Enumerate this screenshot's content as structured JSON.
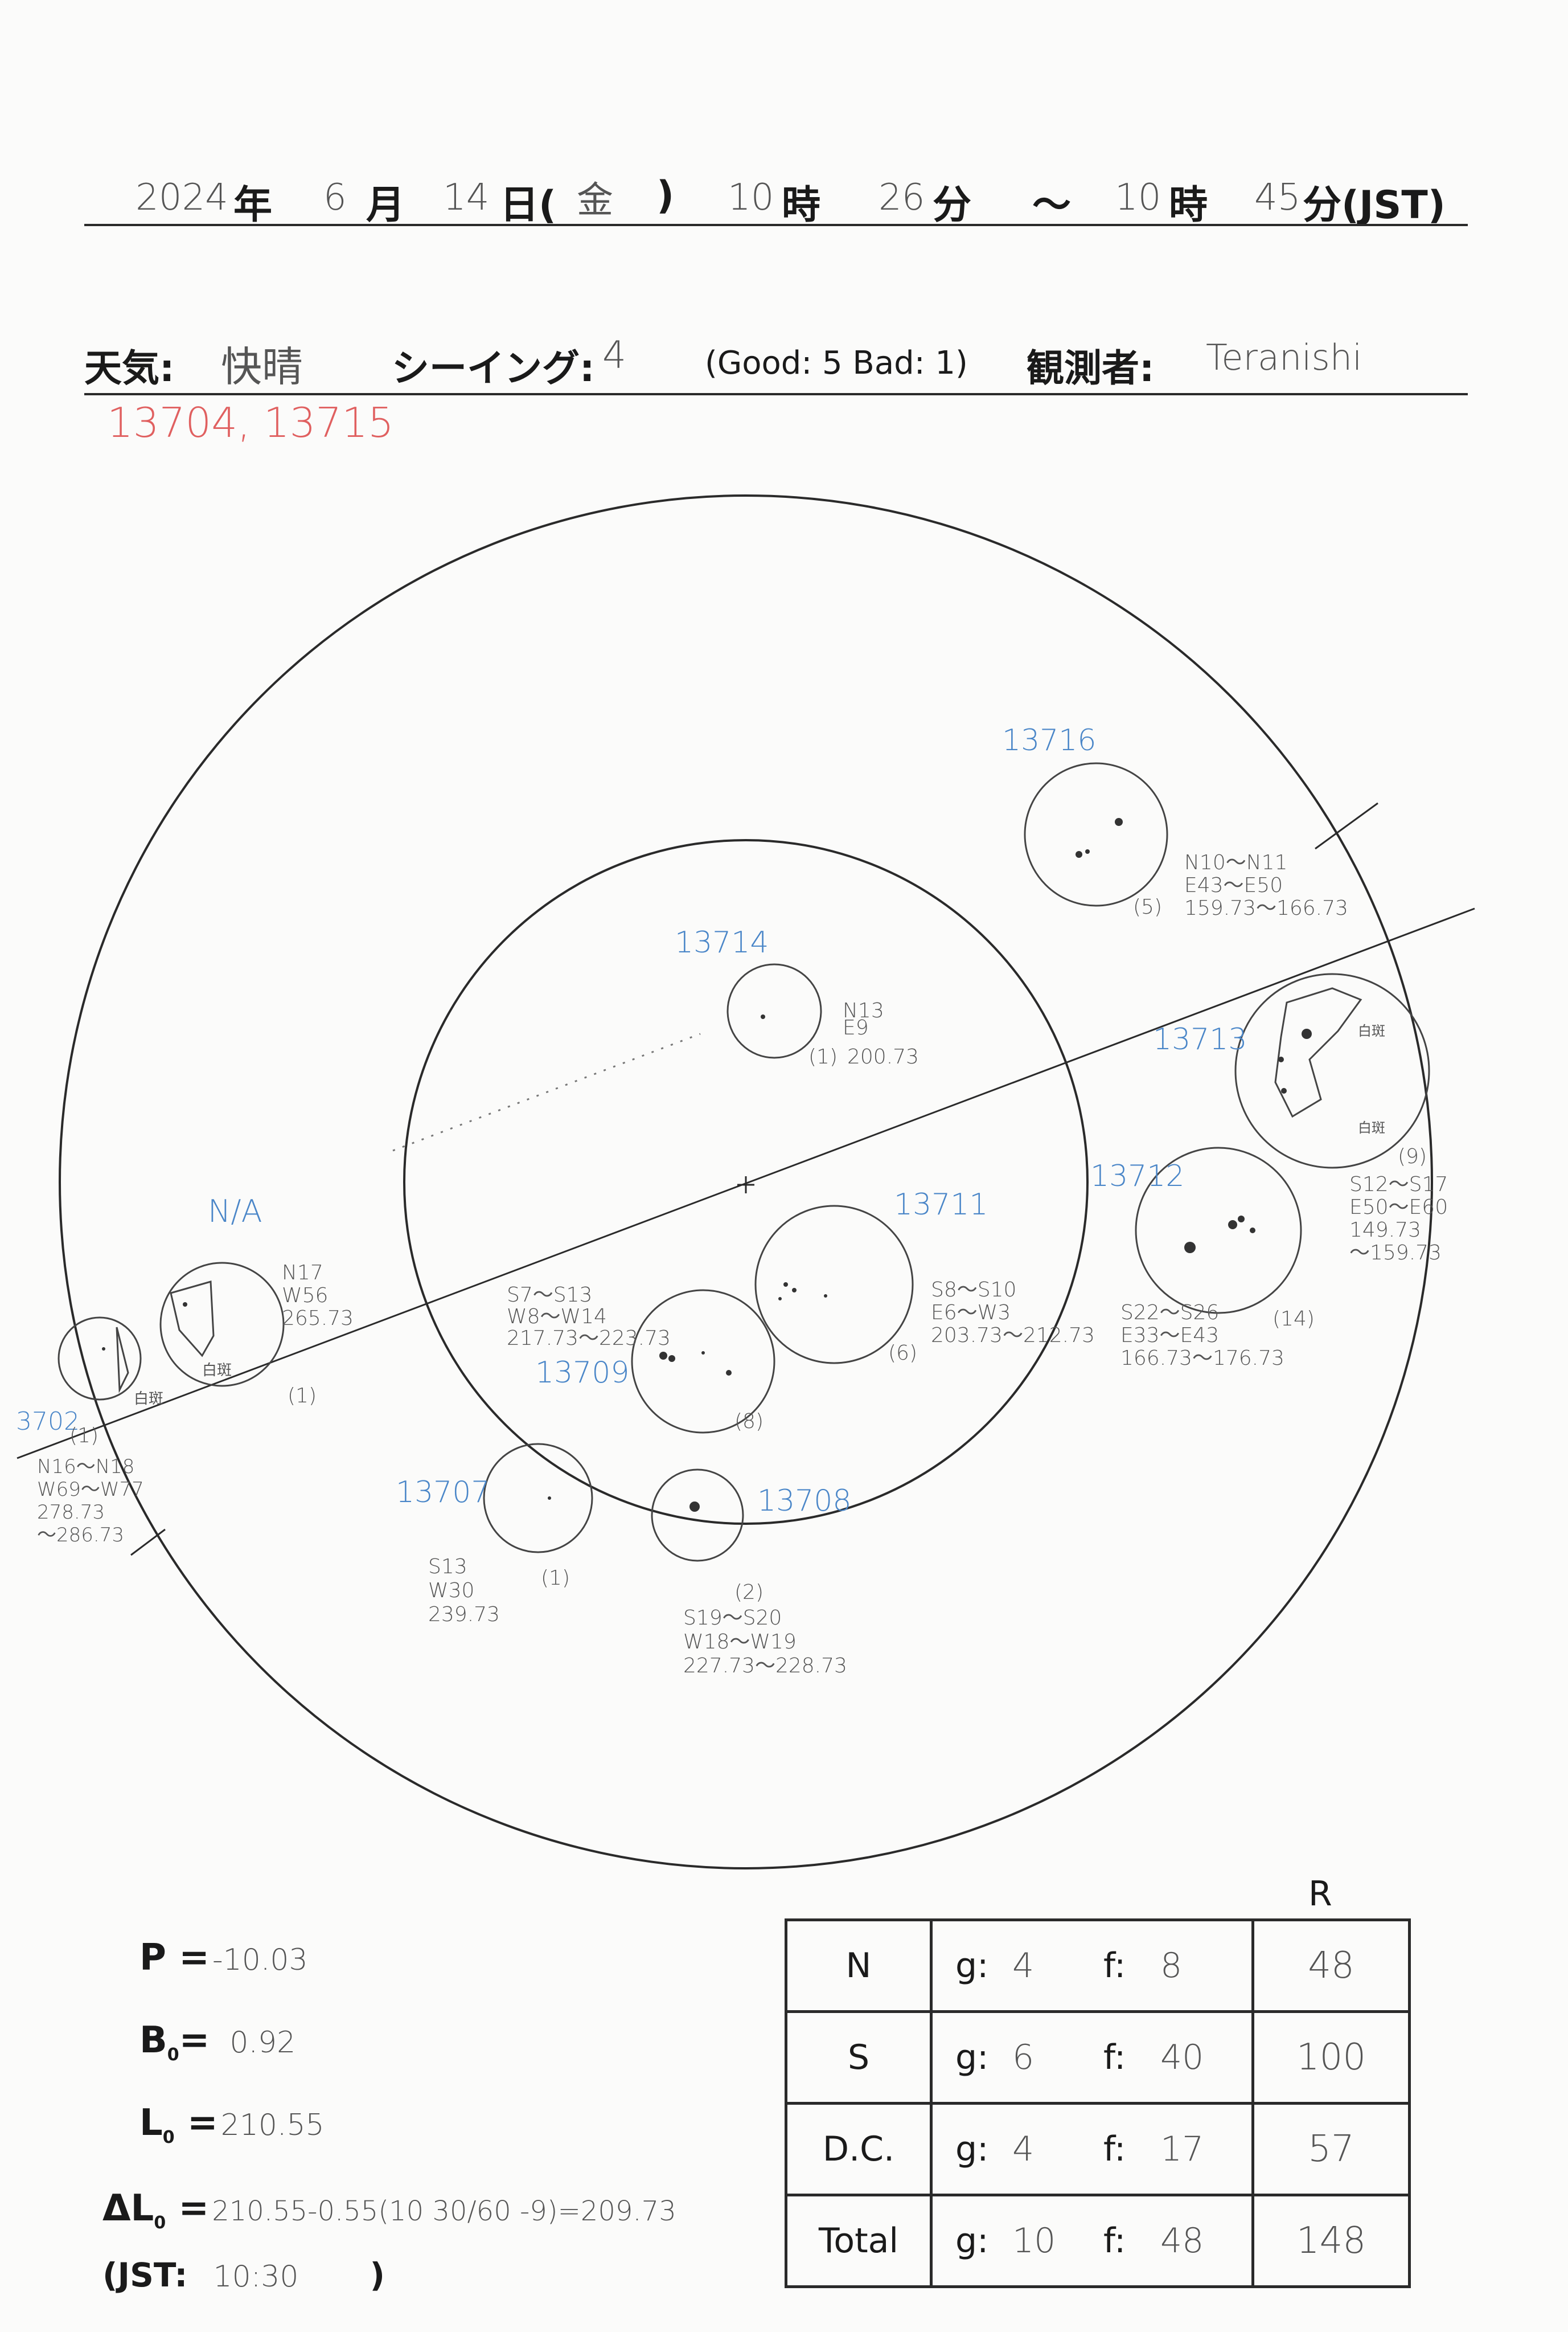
{
  "header": {
    "year": "2024",
    "year_unit": "年",
    "month": "6",
    "month_unit": "月",
    "day": "14",
    "day_unit": "日(",
    "weekday": "金",
    "paren_close": ")",
    "start_hour": "10",
    "hour_unit": "時",
    "start_min": "26",
    "min_unit": "分",
    "tilde": "～",
    "end_hour": "10",
    "end_hour_unit": "時",
    "end_min": "45",
    "end_min_unit": "分(JST)"
  },
  "conditions": {
    "weather_label": "天気:",
    "weather_value": "快晴",
    "seeing_label": "シーイング:",
    "seeing_value": "4",
    "seeing_scale": "(Good: 5  Bad: 1)",
    "observer_label": "観測者:",
    "observer_value": "Teranishi",
    "note_red": "13704, 13715"
  },
  "colors": {
    "ink": "#1d1d1d",
    "pencil": "#555555",
    "blue_label": "#4a86c8",
    "red_note": "#e06060"
  },
  "regions": [
    {
      "id": "13716",
      "notes": [
        "N10～N11",
        "E43～E50",
        "159.73～166.73"
      ],
      "count": "(5)"
    },
    {
      "id": "13714",
      "notes": [
        "N13",
        "E9",
        "200.73"
      ],
      "count": "(1)"
    },
    {
      "id": "13713",
      "notes": [
        "S12～S17",
        "E50～E60",
        "149.73",
        "～159.73"
      ],
      "count": "(9)",
      "label": "白斑"
    },
    {
      "id": "13712",
      "notes": [
        "S22～S26",
        "E33～E43",
        "166.73～176.73"
      ],
      "count": "(14)"
    },
    {
      "id": "13711",
      "notes": [
        "S8～S10",
        "E6～W3",
        "203.73～212.73"
      ],
      "count": "(6)"
    },
    {
      "id": "13709",
      "notes": [
        "S7～S13",
        "W8～W14",
        "217.73～223.73"
      ],
      "count": "(8)"
    },
    {
      "id": "N/A",
      "notes": [
        "N17",
        "W56",
        "265.73"
      ],
      "count": "(1)",
      "label": "白斑"
    },
    {
      "id": "3702",
      "notes": [
        "N16～N18",
        "W69～W77",
        "278.73",
        "～286.73"
      ],
      "count": "(1)",
      "label": "白斑"
    },
    {
      "id": "13707",
      "notes": [
        "S13",
        "W30",
        "239.73"
      ],
      "count": "(1)"
    },
    {
      "id": "13708",
      "notes": [
        "S19～S20",
        "W18～W19",
        "227.73～228.73"
      ],
      "count": "(2)"
    }
  ],
  "params": {
    "p_label": "P =",
    "p_value": "-10.03",
    "b0_label": "B",
    "b0_sub": "0",
    "b0_eq": "=",
    "b0_value": "0.92",
    "l0_label": "L",
    "l0_sub": "0",
    "l0_eq": " =",
    "l0_value": "210.55",
    "dl0_label": "ΔL",
    "dl0_sub": "0",
    "dl0_eq": " =",
    "dl0_value": "210.55-0.55(10 30/60 -9)=209.73",
    "jst_label": "(JST:",
    "jst_value": "10:30",
    "jst_close": ")"
  },
  "counts": {
    "r_header": "R",
    "g_label": "g:",
    "f_label": "f:",
    "rows": [
      {
        "label": "N",
        "g": "4",
        "f": "8",
        "r": "48"
      },
      {
        "label": "S",
        "g": "6",
        "f": "40",
        "r": "100"
      },
      {
        "label": "D.C.",
        "g": "4",
        "f": "17",
        "r": "57"
      },
      {
        "label": "Total",
        "g": "10",
        "f": "48",
        "r": "148"
      }
    ]
  }
}
